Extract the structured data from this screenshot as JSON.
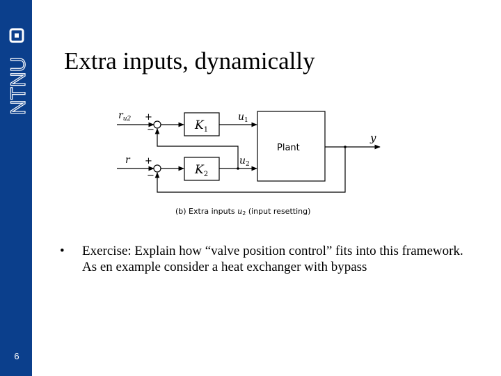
{
  "slide": {
    "title": "Extra inputs, dynamically",
    "page_number": "6",
    "logo_text": "NTNU",
    "accent_color": "#0b3f8c",
    "bullet": {
      "line1": "Exercise: Explain how “valve position control” fits into this framework.",
      "line2": "As en example consider a heat exchanger with bypass"
    }
  },
  "diagram": {
    "block_k1": "K",
    "block_k1_sub": "1",
    "block_k2": "K",
    "block_k2_sub": "2",
    "plant": "Plant",
    "input_ru2": "r",
    "input_ru2_sub": "u2",
    "input_r": "r",
    "output_y": "y",
    "signal_u1": "u",
    "signal_u1_sub": "1",
    "signal_u2": "u",
    "signal_u2_sub": "2",
    "plus": "+",
    "minus": "−",
    "caption_prefix": "(b) Extra inputs",
    "caption_var": "u",
    "caption_var_sub": "2",
    "caption_suffix": "(input resetting)"
  }
}
